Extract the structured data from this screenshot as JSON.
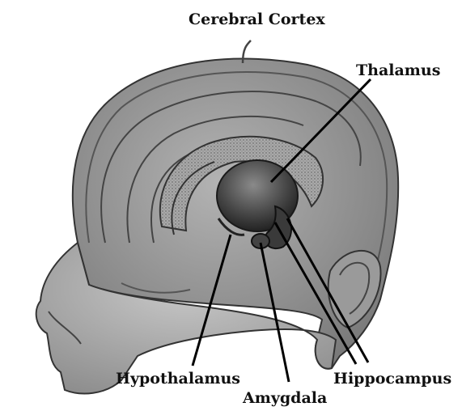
{
  "labels": {
    "cerebral_cortex": "Cerebral Cortex",
    "thalamus": "Thalamus",
    "hypothalamus": "Hypothalamus",
    "amygdala": "Amygdala",
    "hippocampus": "Hippocampus"
  }
}
